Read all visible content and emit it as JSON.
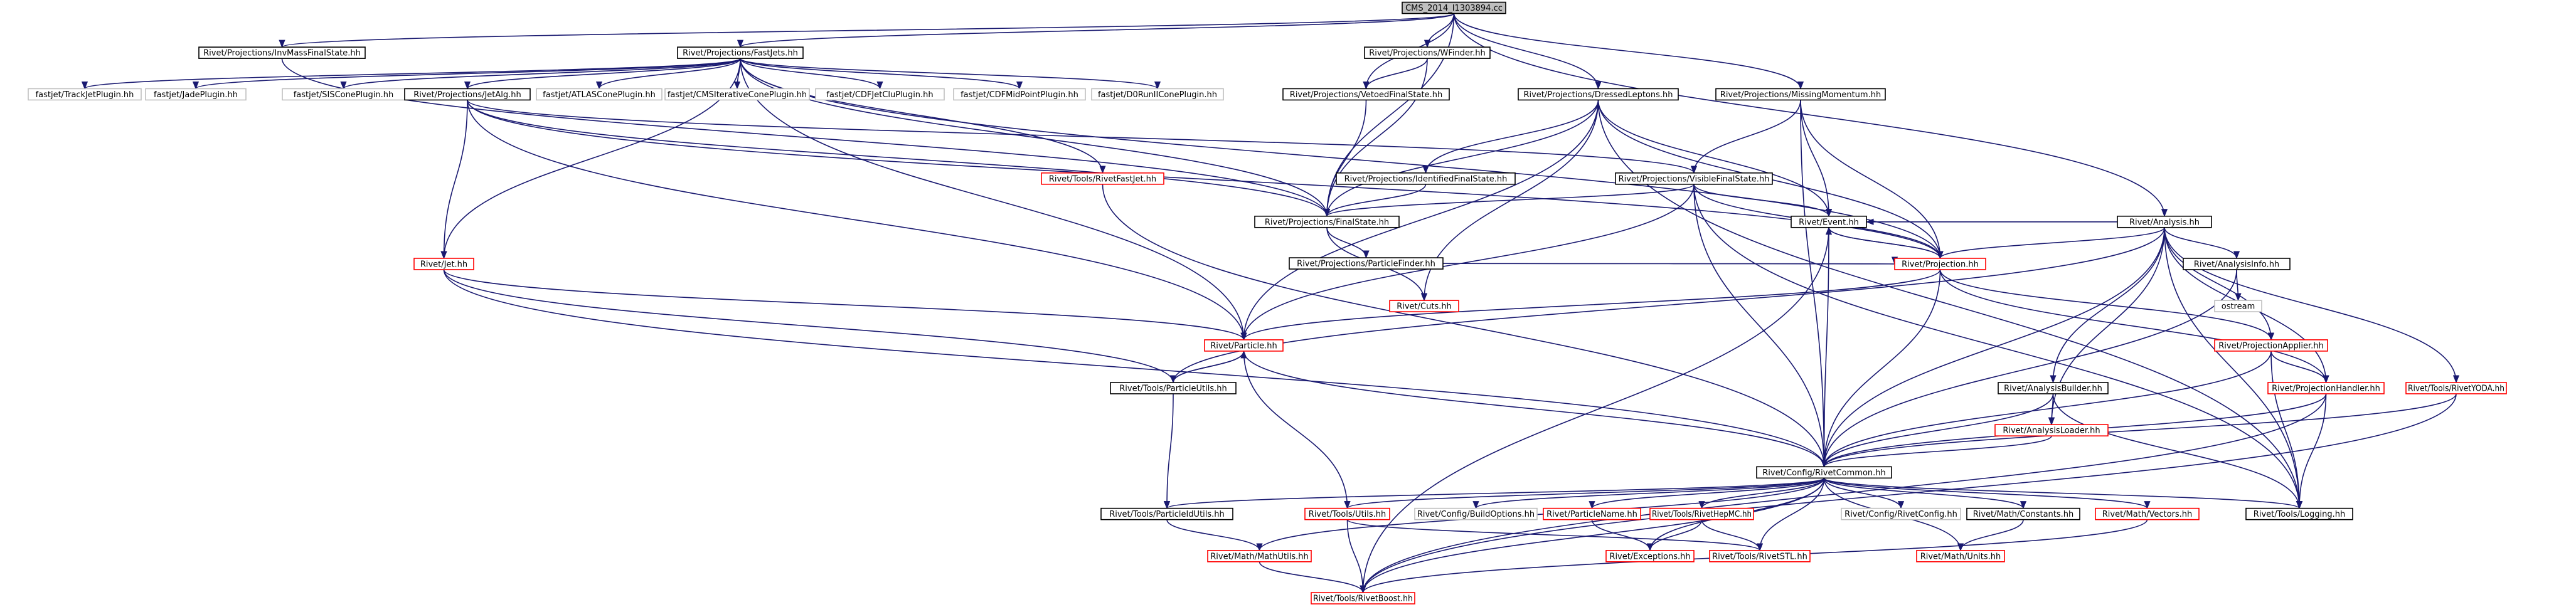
{
  "graph": {
    "root": "CMS_2014_I1303894.cc",
    "colors": {
      "edge": "#191970",
      "root_fill": "#bfbfbf",
      "node_border_documented": "#000000",
      "node_border_undocumented": "#bfbfbf",
      "node_border_incomplete": "#ff0000",
      "node_fill": "#ffffff",
      "text": "#000000"
    },
    "nodes": [
      {
        "id": "root",
        "label": "CMS_2014_I1303894.cc",
        "style": "root"
      },
      {
        "id": "invmass",
        "label": "Rivet/Projections/InvMassFinalState.hh",
        "style": "normal"
      },
      {
        "id": "fastjets",
        "label": "Rivet/Projections/FastJets.hh",
        "style": "normal"
      },
      {
        "id": "wfinder",
        "label": "Rivet/Projections/WFinder.hh",
        "style": "normal"
      },
      {
        "id": "vetoedfs",
        "label": "Rivet/Projections/VetoedFinalState.hh",
        "style": "normal"
      },
      {
        "id": "dressedlep",
        "label": "Rivet/Projections/DressedLeptons.hh",
        "style": "normal"
      },
      {
        "id": "missingmom",
        "label": "Rivet/Projections/MissingMomentum.hh",
        "style": "normal"
      },
      {
        "id": "analysis",
        "label": "Rivet/Analysis.hh",
        "style": "normal"
      },
      {
        "id": "trackjet",
        "label": "fastjet/TrackJetPlugin.hh",
        "style": "gray"
      },
      {
        "id": "jadeplugin",
        "label": "fastjet/JadePlugin.hh",
        "style": "gray"
      },
      {
        "id": "siscone",
        "label": "fastjet/SISConePlugin.hh",
        "style": "gray"
      },
      {
        "id": "jetalg",
        "label": "Rivet/Projections/JetAlg.hh",
        "style": "normal"
      },
      {
        "id": "atlascone",
        "label": "fastjet/ATLASConePlugin.hh",
        "style": "gray"
      },
      {
        "id": "cmsiter",
        "label": "fastjet/CMSIterativeConePlugin.hh",
        "style": "gray"
      },
      {
        "id": "cdfjetclu",
        "label": "fastjet/CDFJetCluPlugin.hh",
        "style": "gray"
      },
      {
        "id": "cdfmidpoint",
        "label": "fastjet/CDFMidPointPlugin.hh",
        "style": "gray"
      },
      {
        "id": "d0run",
        "label": "fastjet/D0RunIIConePlugin.hh",
        "style": "gray"
      },
      {
        "id": "rivetfastjet",
        "label": "Rivet/Tools/RivetFastJet.hh",
        "style": "red"
      },
      {
        "id": "identifiedfs",
        "label": "Rivet/Projections/IdentifiedFinalState.hh",
        "style": "normal"
      },
      {
        "id": "visiblefs",
        "label": "Rivet/Projections/VisibleFinalState.hh",
        "style": "normal"
      },
      {
        "id": "finalstate",
        "label": "Rivet/Projections/FinalState.hh",
        "style": "normal"
      },
      {
        "id": "particlefinder",
        "label": "Rivet/Projections/ParticleFinder.hh",
        "style": "normal"
      },
      {
        "id": "cuts",
        "label": "Rivet/Cuts.hh",
        "style": "red"
      },
      {
        "id": "event",
        "label": "Rivet/Event.hh",
        "style": "normal"
      },
      {
        "id": "projection",
        "label": "Rivet/Projection.hh",
        "style": "red"
      },
      {
        "id": "analysisinfo",
        "label": "Rivet/AnalysisInfo.hh",
        "style": "normal"
      },
      {
        "id": "ostream",
        "label": "ostream",
        "style": "gray"
      },
      {
        "id": "jet",
        "label": "Rivet/Jet.hh",
        "style": "red"
      },
      {
        "id": "particle",
        "label": "Rivet/Particle.hh",
        "style": "red"
      },
      {
        "id": "particleutils",
        "label": "Rivet/Tools/ParticleUtils.hh",
        "style": "normal"
      },
      {
        "id": "analysisbuilder",
        "label": "Rivet/AnalysisBuilder.hh",
        "style": "normal"
      },
      {
        "id": "projapplier",
        "label": "Rivet/ProjectionApplier.hh",
        "style": "red"
      },
      {
        "id": "analysisloader",
        "label": "Rivet/AnalysisLoader.hh",
        "style": "red"
      },
      {
        "id": "projhandler",
        "label": "Rivet/ProjectionHandler.hh",
        "style": "red"
      },
      {
        "id": "rivetyoda",
        "label": "Rivet/Tools/RivetYODA.hh",
        "style": "red"
      },
      {
        "id": "rivetcommon",
        "label": "Rivet/Config/RivetCommon.hh",
        "style": "normal"
      },
      {
        "id": "particleidutils",
        "label": "Rivet/Tools/ParticleIdUtils.hh",
        "style": "normal"
      },
      {
        "id": "toolsutils",
        "label": "Rivet/Tools/Utils.hh",
        "style": "red"
      },
      {
        "id": "buildoptions",
        "label": "Rivet/Config/BuildOptions.hh",
        "style": "gray"
      },
      {
        "id": "particlename",
        "label": "Rivet/ParticleName.hh",
        "style": "red"
      },
      {
        "id": "rivethepmc",
        "label": "Rivet/Tools/RivetHepMC.hh",
        "style": "red"
      },
      {
        "id": "rivetconfig",
        "label": "Rivet/Config/RivetConfig.hh",
        "style": "gray"
      },
      {
        "id": "mathconstants",
        "label": "Rivet/Math/Constants.hh",
        "style": "normal"
      },
      {
        "id": "mathvectors",
        "label": "Rivet/Math/Vectors.hh",
        "style": "red"
      },
      {
        "id": "logging",
        "label": "Rivet/Tools/Logging.hh",
        "style": "normal"
      },
      {
        "id": "mathutils",
        "label": "Rivet/Math/MathUtils.hh",
        "style": "red"
      },
      {
        "id": "exceptions",
        "label": "Rivet/Exceptions.hh",
        "style": "red"
      },
      {
        "id": "rivetstl",
        "label": "Rivet/Tools/RivetSTL.hh",
        "style": "red"
      },
      {
        "id": "mathunits",
        "label": "Rivet/Math/Units.hh",
        "style": "red"
      },
      {
        "id": "rivetboost",
        "label": "Rivet/Tools/RivetBoost.hh",
        "style": "red"
      }
    ],
    "edges": [
      [
        "root",
        "invmass"
      ],
      [
        "root",
        "fastjets"
      ],
      [
        "root",
        "wfinder"
      ],
      [
        "root",
        "vetoedfs"
      ],
      [
        "root",
        "dressedlep"
      ],
      [
        "root",
        "missingmom"
      ],
      [
        "root",
        "analysis"
      ],
      [
        "root",
        "finalstate"
      ],
      [
        "invmass",
        "finalstate"
      ],
      [
        "fastjets",
        "trackjet"
      ],
      [
        "fastjets",
        "jadeplugin"
      ],
      [
        "fastjets",
        "siscone"
      ],
      [
        "fastjets",
        "jetalg"
      ],
      [
        "fastjets",
        "atlascone"
      ],
      [
        "fastjets",
        "cmsiter"
      ],
      [
        "fastjets",
        "cdfjetclu"
      ],
      [
        "fastjets",
        "cdfmidpoint"
      ],
      [
        "fastjets",
        "d0run"
      ],
      [
        "fastjets",
        "rivetfastjet"
      ],
      [
        "fastjets",
        "finalstate"
      ],
      [
        "fastjets",
        "jet"
      ],
      [
        "fastjets",
        "particle"
      ],
      [
        "fastjets",
        "projection"
      ],
      [
        "wfinder",
        "vetoedfs"
      ],
      [
        "wfinder",
        "finalstate"
      ],
      [
        "vetoedfs",
        "finalstate"
      ],
      [
        "dressedlep",
        "identifiedfs"
      ],
      [
        "dressedlep",
        "finalstate"
      ],
      [
        "dressedlep",
        "cuts"
      ],
      [
        "dressedlep",
        "particle"
      ],
      [
        "dressedlep",
        "event"
      ],
      [
        "dressedlep",
        "projection"
      ],
      [
        "dressedlep",
        "logging"
      ],
      [
        "missingmom",
        "visiblefs"
      ],
      [
        "missingmom",
        "event"
      ],
      [
        "missingmom",
        "projection"
      ],
      [
        "missingmom",
        "rivetcommon"
      ],
      [
        "analysis",
        "event"
      ],
      [
        "analysis",
        "projection"
      ],
      [
        "analysis",
        "analysisinfo"
      ],
      [
        "analysis",
        "analysisbuilder"
      ],
      [
        "analysis",
        "projapplier"
      ],
      [
        "analysis",
        "analysisloader"
      ],
      [
        "analysis",
        "projhandler"
      ],
      [
        "analysis",
        "rivetyoda"
      ],
      [
        "analysis",
        "rivetcommon"
      ],
      [
        "analysis",
        "logging"
      ],
      [
        "analysis",
        "particleutils"
      ],
      [
        "jetalg",
        "jet"
      ],
      [
        "jetalg",
        "particle"
      ],
      [
        "jetalg",
        "finalstate"
      ],
      [
        "jetalg",
        "visiblefs"
      ],
      [
        "jetalg",
        "projection"
      ],
      [
        "rivetfastjet",
        "rivetcommon"
      ],
      [
        "identifiedfs",
        "finalstate"
      ],
      [
        "visiblefs",
        "finalstate"
      ],
      [
        "visiblefs",
        "event"
      ],
      [
        "visiblefs",
        "projection"
      ],
      [
        "visiblefs",
        "particle"
      ],
      [
        "visiblefs",
        "rivetcommon"
      ],
      [
        "visiblefs",
        "logging"
      ],
      [
        "finalstate",
        "particlefinder"
      ],
      [
        "finalstate",
        "cuts"
      ],
      [
        "particlefinder",
        "projection"
      ],
      [
        "event",
        "projection"
      ],
      [
        "event",
        "rivetcommon"
      ],
      [
        "event",
        "rivetboost"
      ],
      [
        "projection",
        "event"
      ],
      [
        "projection",
        "rivetcommon"
      ],
      [
        "projection",
        "particle"
      ],
      [
        "projection",
        "projapplier"
      ],
      [
        "projection",
        "projhandler"
      ],
      [
        "analysisinfo",
        "ostream"
      ],
      [
        "analysisinfo",
        "rivetcommon"
      ],
      [
        "jet",
        "particle"
      ],
      [
        "jet",
        "particleutils"
      ],
      [
        "jet",
        "rivetcommon"
      ],
      [
        "particle",
        "particleutils"
      ],
      [
        "particle",
        "rivetcommon"
      ],
      [
        "particle",
        "toolsutils"
      ],
      [
        "particleutils",
        "particle"
      ],
      [
        "particleutils",
        "particleidutils"
      ],
      [
        "analysisbuilder",
        "analysisloader"
      ],
      [
        "analysisbuilder",
        "rivetcommon"
      ],
      [
        "analysisbuilder",
        "logging"
      ],
      [
        "projapplier",
        "rivetcommon"
      ],
      [
        "projapplier",
        "projhandler"
      ],
      [
        "projapplier",
        "logging"
      ],
      [
        "analysisloader",
        "rivetcommon"
      ],
      [
        "projhandler",
        "rivetcommon"
      ],
      [
        "projhandler",
        "logging"
      ],
      [
        "projhandler",
        "rivetboost"
      ],
      [
        "rivetyoda",
        "rivetcommon"
      ],
      [
        "rivetyoda",
        "rivetboost"
      ],
      [
        "rivetcommon",
        "particleidutils"
      ],
      [
        "rivetcommon",
        "toolsutils"
      ],
      [
        "rivetcommon",
        "buildoptions"
      ],
      [
        "rivetcommon",
        "particlename"
      ],
      [
        "rivetcommon",
        "rivethepmc"
      ],
      [
        "rivetcommon",
        "rivetconfig"
      ],
      [
        "rivetcommon",
        "mathconstants"
      ],
      [
        "rivetcommon",
        "mathvectors"
      ],
      [
        "rivetcommon",
        "logging"
      ],
      [
        "rivetcommon",
        "mathutils"
      ],
      [
        "rivetcommon",
        "exceptions"
      ],
      [
        "rivetcommon",
        "rivetstl"
      ],
      [
        "rivetcommon",
        "mathunits"
      ],
      [
        "rivetcommon",
        "rivetboost"
      ],
      [
        "particleidutils",
        "mathutils"
      ],
      [
        "toolsutils",
        "rivetboost"
      ],
      [
        "toolsutils",
        "rivetstl"
      ],
      [
        "particlename",
        "exceptions"
      ],
      [
        "rivethepmc",
        "exceptions"
      ],
      [
        "rivethepmc",
        "rivetstl"
      ],
      [
        "mathconstants",
        "mathunits"
      ],
      [
        "mathutils",
        "rivetboost"
      ],
      [
        "mathvectors",
        "rivetboost"
      ]
    ]
  }
}
